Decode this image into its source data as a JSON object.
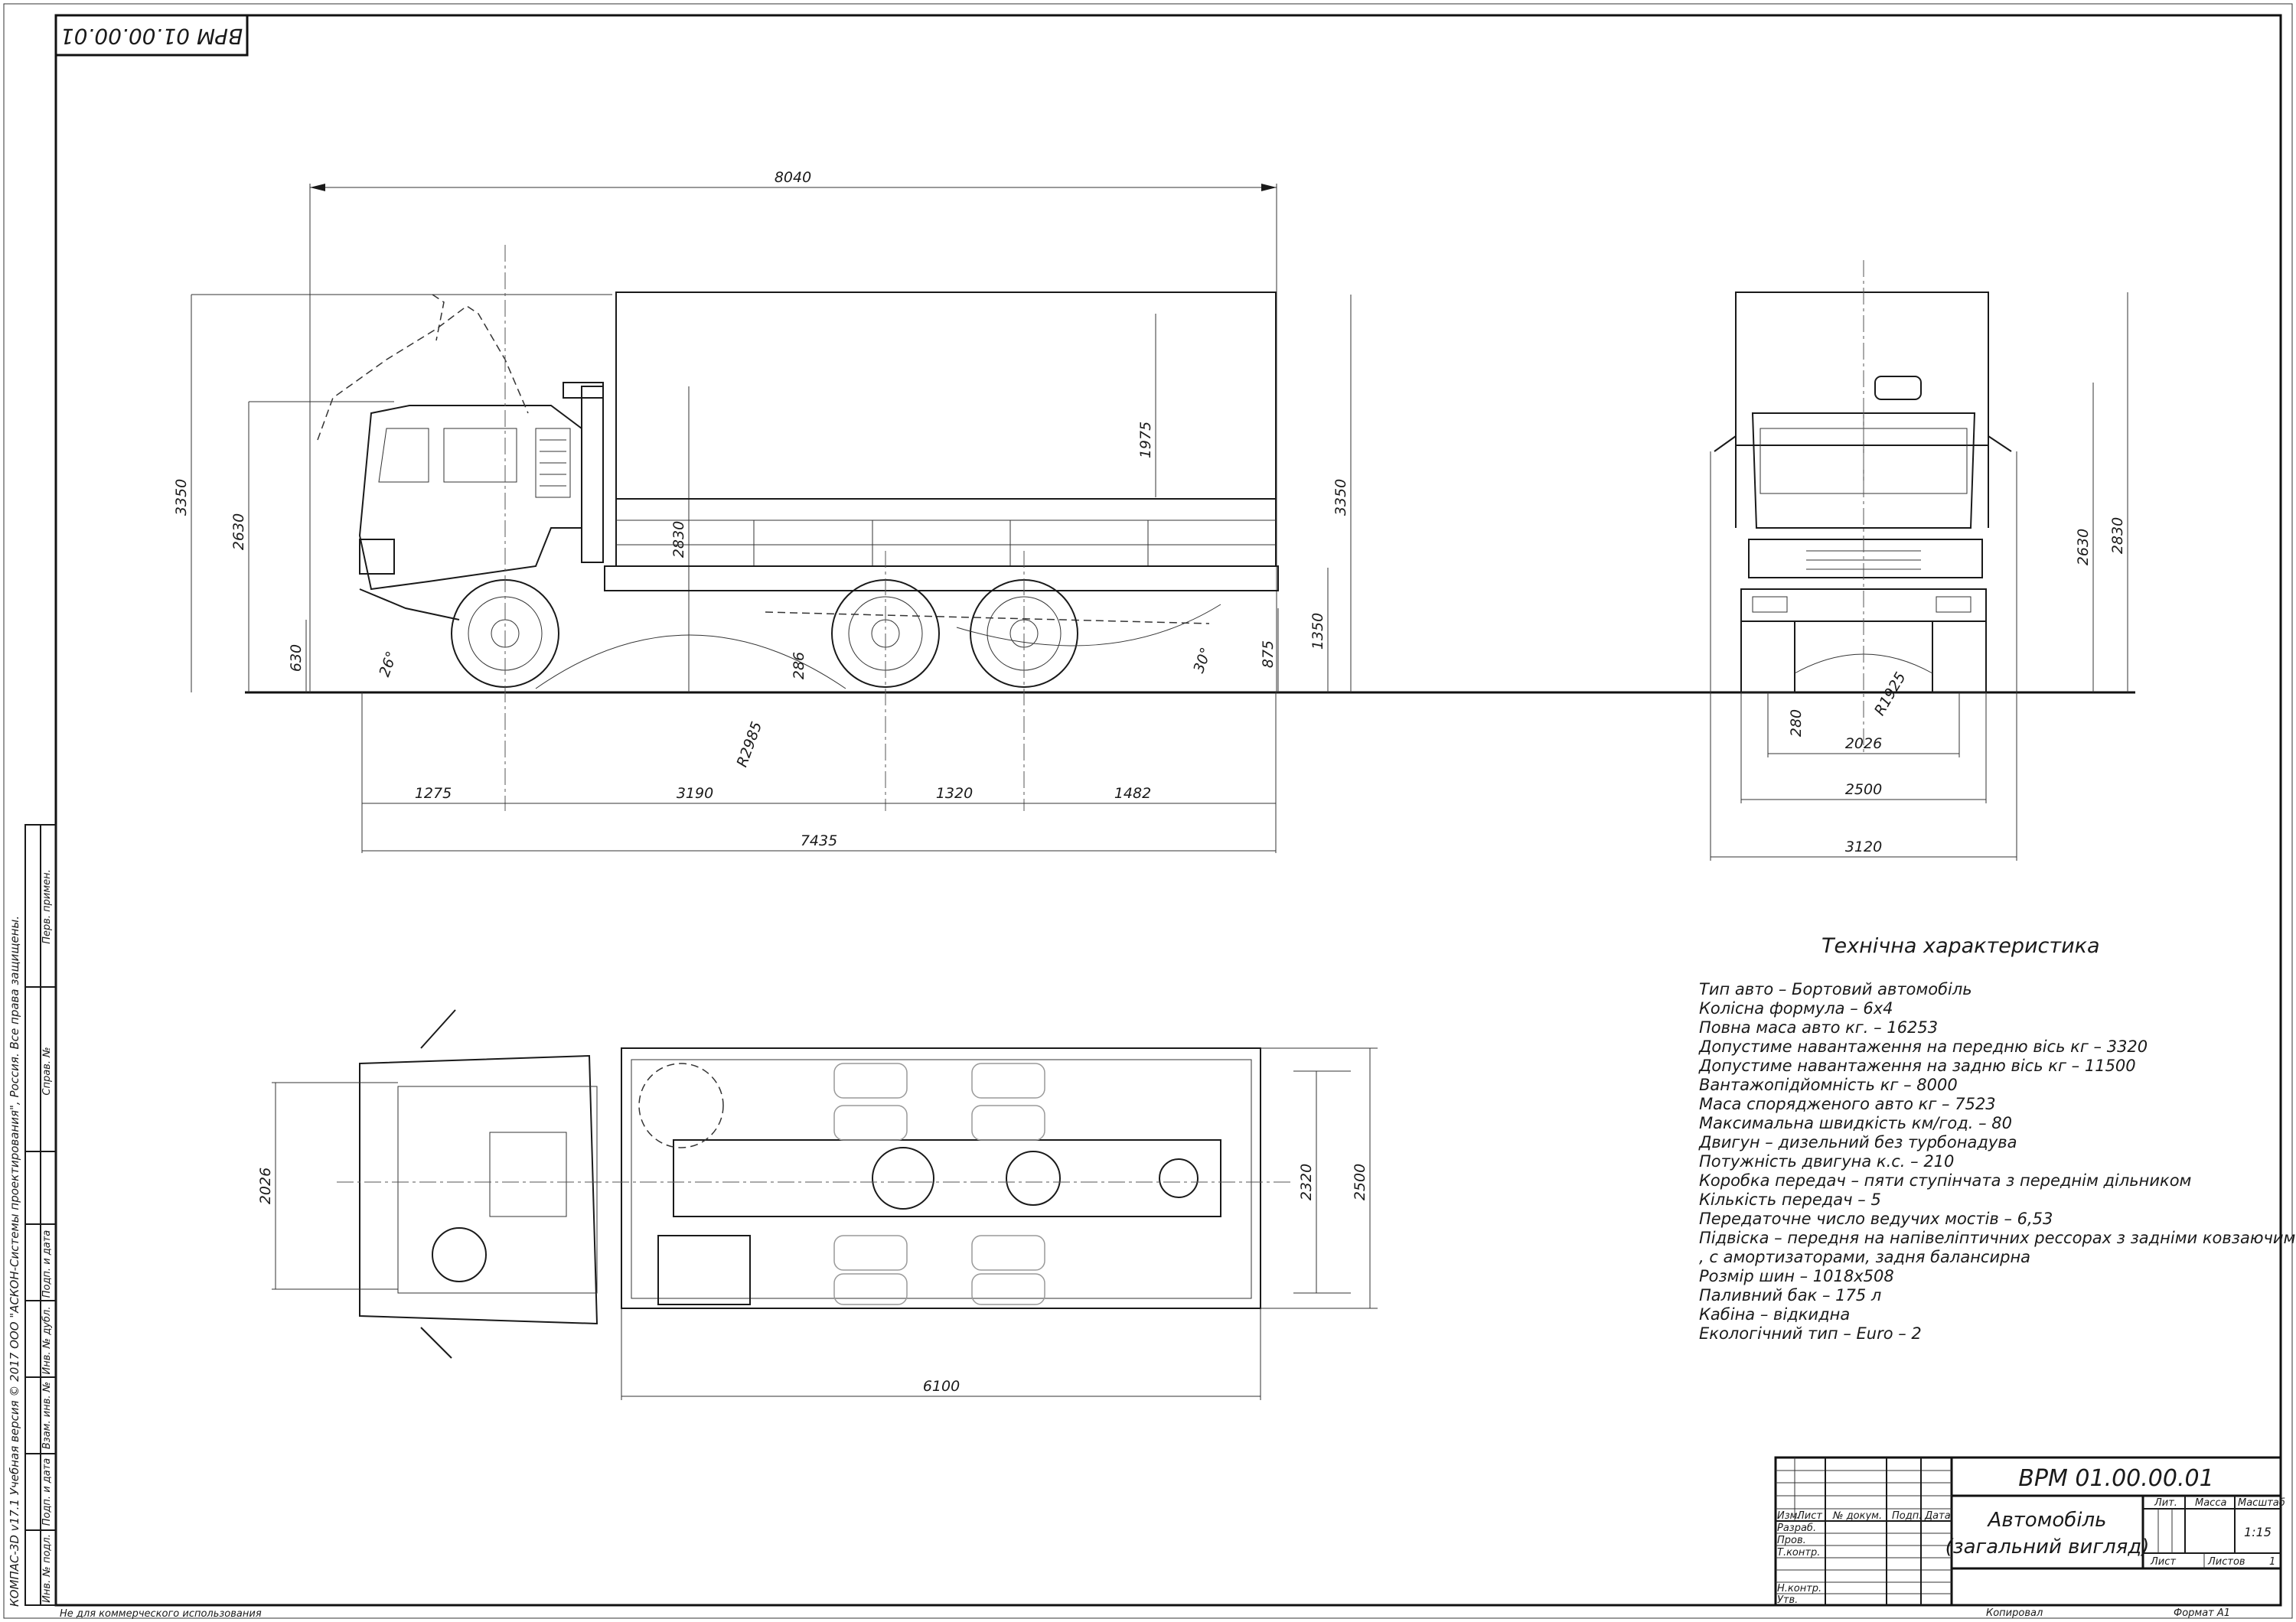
{
  "drawing": {
    "code": "ВРМ 01.00.00.01",
    "code_rotated": "ВРМ 01.00.00.01"
  },
  "side_view": {
    "dims": {
      "overall_length": "8040",
      "wheelbase_total": "7435",
      "front_overhang": "1275",
      "front_to_mid": "3190",
      "mid_to_rear": "1320",
      "rear_overhang": "1482",
      "height_total": "3350",
      "cab_height": "2630",
      "frame_height": "2830",
      "body_height": "1975",
      "height_right": "3350",
      "bumper_height": "630",
      "rear_frame": "1350",
      "rear_low": "875",
      "ground_clearance": "286",
      "approach_angle": "26°",
      "departure_angle": "30°",
      "radius": "R2985"
    }
  },
  "front_view": {
    "dims": {
      "track": "2026",
      "width_body": "2500",
      "width_mirrors": "3120",
      "height_cab": "2630",
      "height_frame": "2830",
      "clearance": "280",
      "radius": "R1925"
    }
  },
  "top_view": {
    "dims": {
      "track": "2026",
      "frame_inner": "2320",
      "width": "2500",
      "platform_length": "6100"
    }
  },
  "specs": {
    "title": "Технічна характеристика",
    "lines": [
      "Тип авто – Бортовий автомобіль",
      "Колісна формула – 6х4",
      "Повна маса авто кг. – 16253",
      "Допустиме навантаження на передню вісь кг – 3320",
      "Допустиме навантаження на задню вісь кг – 11500",
      "Вантажопідйомність кг – 8000",
      "Маса спорядженого авто кг – 7523",
      "Максимальна швидкість км/год. – 80",
      "Двигун – дизельний без турбонадува",
      "Потужність двигуна к.с. – 210",
      "Коробка передач –  пяти ступінчата з переднім дільником",
      "Кількість передач – 5",
      "Передаточне число ведучих мостів – 6,53",
      "Підвіска – передня на напівеліптичних рессорах з задніми ковзаючими кінцями",
      ", с амортизаторами, задня балансирна",
      "Розмір шин – 1018х508",
      "Паливний бак – 175 л",
      "Кабіна – відкидна",
      "Екологічний тип – Euro – 2"
    ]
  },
  "title_block": {
    "code": "ВРМ 01.00.00.01",
    "name_line1": "Автомобіль",
    "name_line2": "(загальний вигляд)",
    "col_headers": [
      "Изм.",
      "Лист",
      "№ докум.",
      "Подп.",
      "Дата"
    ],
    "roles": [
      "Разраб.",
      "Пров.",
      "Т.контр.",
      "",
      "Н.контр.",
      "Утв."
    ],
    "lit_label": "Лит.",
    "mass_label": "Масса",
    "scale_label": "Масштаб",
    "scale_value": "1:15",
    "sheet_label": "Лист",
    "sheets_label": "Листов",
    "sheets_value": "1",
    "copied": "Копировал",
    "format": "Формат    А1"
  },
  "side_strip": {
    "labels": [
      "Перв. примен.",
      "Справ. №",
      "Подп. и дата",
      "Инв. № дубл.",
      "Взам. инв. №",
      "Подп. и дата",
      "Инв. № подл."
    ]
  },
  "footer": {
    "license_vertical": "КОМПАС-3D v17.1 Учебная версия © 2017 ООО \"АСКОН-Системы проектирования\", Россия. Все права защищены.",
    "noncommercial": "Не для коммерческого использования"
  }
}
